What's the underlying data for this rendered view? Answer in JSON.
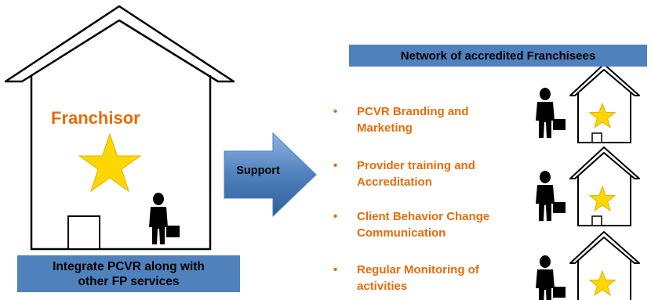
{
  "franchisor": {
    "label": "Franchisor",
    "caption_line1": "Integrate PCVR along with",
    "caption_line2": "other FP services"
  },
  "arrow": {
    "label": "Support"
  },
  "network": {
    "title": "Network of accredited Franchisees",
    "bullet_symbol": "•",
    "items": [
      {
        "line1": "PCVR Branding and",
        "line2": "Marketing"
      },
      {
        "line1": "Provider training and",
        "line2": "Accreditation"
      },
      {
        "line1": "Client Behavior Change",
        "line2": "Communication"
      },
      {
        "line1": "Regular Monitoring of",
        "line2": "activities"
      }
    ]
  },
  "colors": {
    "accent_orange": "#e46c0a",
    "box_blue": "#4f81bd",
    "star_yellow": "#ffd700",
    "arrow_blue": "#4a7fc1"
  },
  "icons": [
    "house-icon",
    "star-icon",
    "businessman-icon",
    "support-arrow-icon"
  ]
}
